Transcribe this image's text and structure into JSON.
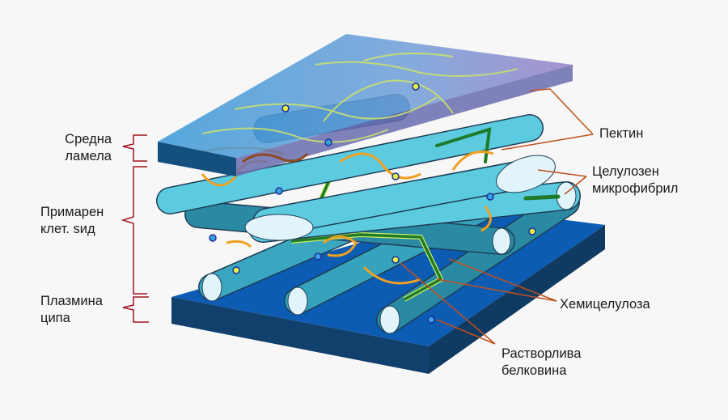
{
  "labels": {
    "middle_lamella": [
      "Средна",
      "ламела"
    ],
    "primary_wall": [
      "Примарен",
      "клет. ѕид"
    ],
    "plasma_membrane": [
      "Плазмина",
      "ципа"
    ],
    "pectin": "Пектин",
    "cellulose": [
      "Целулозен",
      "микрофибрил"
    ],
    "hemicellulose": "Хемицелулоза",
    "soluble_protein": [
      "Растворлива",
      "белковина"
    ]
  },
  "colors": {
    "background": "#f7f7f7",
    "bracket": "#a0141e",
    "leader": "#c0501e",
    "membrane_top": "#0b5cb2",
    "membrane_side": "#12406c",
    "fibril_light": "#5ccbe0",
    "fibril_dark": "#2a8aa4",
    "hemicellulose": "#1f7a2a",
    "pectin": "#c8e070",
    "protein_strand": "#f0a020"
  }
}
